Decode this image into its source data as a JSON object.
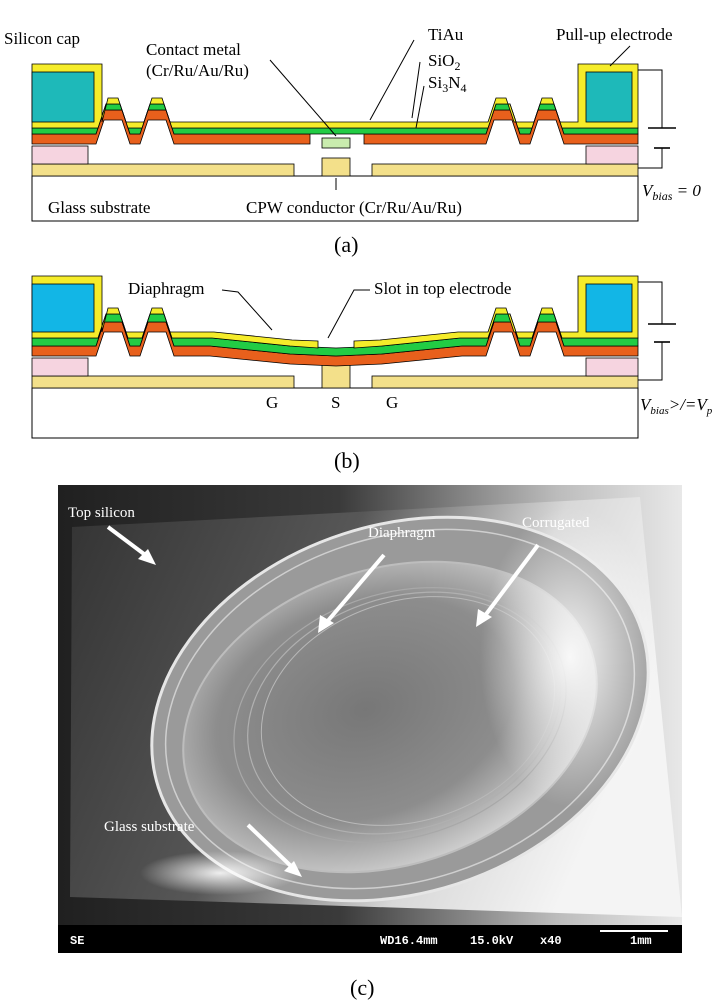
{
  "panel_a": {
    "labels": {
      "silicon_cap": "Silicon cap",
      "contact_metal_1": "Contact metal",
      "contact_metal_2": "(Cr/Ru/Au/Ru)",
      "tiau": "TiAu",
      "sio2": "SiO",
      "sio2_sub": "2",
      "si3n4_a": "Si",
      "si3n4_sub1": "3",
      "si3n4_b": "N",
      "si3n4_sub2": "4",
      "pull_up": "Pull-up electrode",
      "glass": "Glass substrate",
      "cpw": "CPW conductor (Cr/Ru/Au/Ru)",
      "vbias_v": "V",
      "vbias_sub": "bias",
      "vbias_eq": " = 0"
    },
    "caption": "(a)"
  },
  "panel_b": {
    "labels": {
      "diaphragm": "Diaphragm",
      "slot": "Slot in top electrode",
      "g1": "G",
      "s": "S",
      "g2": "G",
      "vbias_v": "V",
      "vbias_sub": "bias",
      "vbias_rel": ">/=",
      "vp_v": "V",
      "vp_sub": "p"
    },
    "caption": "(b)"
  },
  "panel_c": {
    "labels": {
      "top_silicon": "Top silicon",
      "diaphragm": "Diaphragm",
      "corrugated": "Corrugated",
      "glass": "Glass substrate"
    },
    "info_bar": {
      "mode": "SE",
      "wd": "WD16.4mm",
      "kv": "15.0kV",
      "mag": "x40",
      "scale": "1mm"
    },
    "caption": "(c)"
  },
  "colors": {
    "cap": "#1eb9b9",
    "cap_b": "#12b6e6",
    "tiau": "#f5ec2a",
    "sio2": "#22cc44",
    "si3n4": "#e8601c",
    "pink": "#f6d4e0",
    "cpw": "#f3e08a"
  }
}
